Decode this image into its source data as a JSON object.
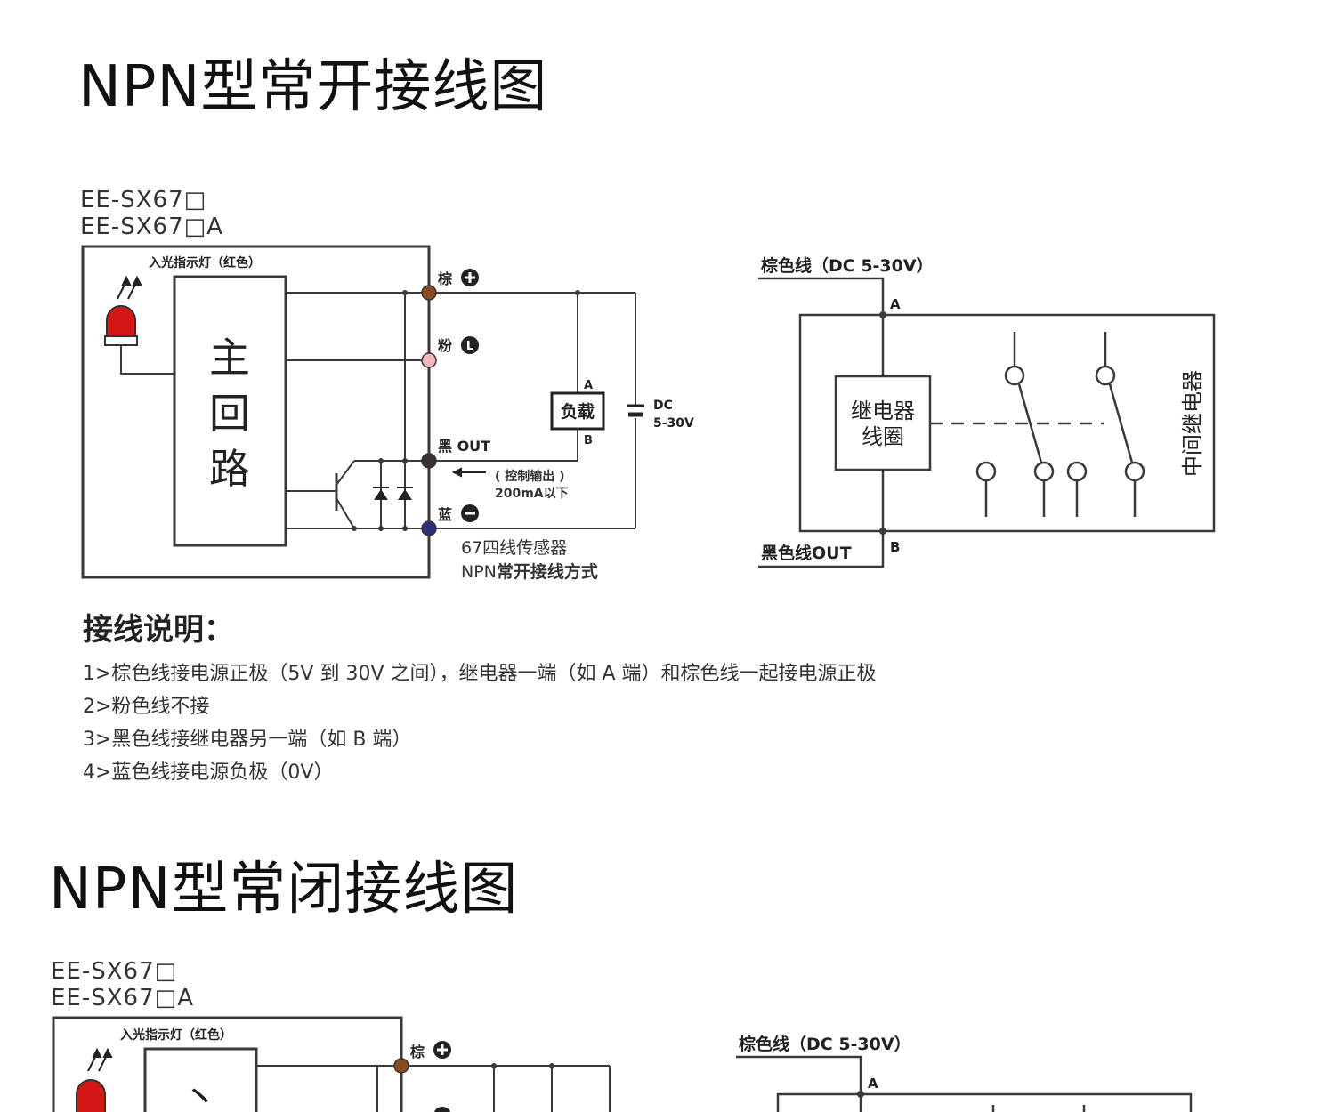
{
  "section1": {
    "title": "NPN型常开接线图",
    "model_line1": "EE-SX67□",
    "model_line2": "EE-SX67□A",
    "sensor": {
      "indicator_label": "入光指示灯（红色）",
      "main_circuit": [
        "主",
        "回",
        "路"
      ],
      "terminal_brown": "棕",
      "terminal_pink": "粉",
      "terminal_black": "黑 OUT",
      "terminal_blue": "蓝",
      "plus_symbol": "+",
      "minus_symbol": "−",
      "l_symbol": "L",
      "load_label": "负载",
      "load_a": "A",
      "load_b": "B",
      "dc_line1": "DC",
      "dc_line2": "5-30V",
      "control_output": "( 控制输出 )",
      "control_current": "200mA以下",
      "caption_line1": "67四线传感器",
      "caption_line2_prefix": "NPN",
      "caption_line2_rest": "常开接线方式"
    },
    "relay": {
      "brown_label": "棕色线（DC 5-30V）",
      "black_label": "黑色线OUT",
      "point_a": "A",
      "point_b": "B",
      "coil_line1": "继电器",
      "coil_line2": "线圈",
      "side_label": "中间继电器"
    },
    "notes_heading": "接线说明：",
    "notes": [
      "1>棕色线接电源正极（5V 到 30V 之间），继电器一端（如 A 端）和棕色线一起接电源正极",
      "2>粉色线不接",
      "3>黑色线接继电器另一端（如 B 端）",
      "4>蓝色线接电源负极（0V）"
    ]
  },
  "section2": {
    "title": "NPN型常闭接线图",
    "model_line1": "EE-SX67□",
    "model_line2": "EE-SX67□A",
    "indicator_label": "入光指示灯（红色）",
    "terminal_brown": "棕",
    "plus_symbol": "+",
    "brown_label": "棕色线（DC 5-30V）",
    "point_a": "A"
  },
  "colors": {
    "line": "#3a3a3a",
    "brown_terminal": "#8b4a1f",
    "pink_terminal": "#f4b6bd",
    "black_terminal": "#3a3030",
    "blue_terminal": "#2a2f7a",
    "led_red": "#d41616"
  }
}
